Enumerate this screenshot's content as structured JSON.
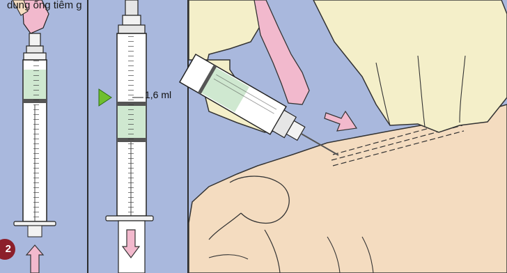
{
  "caption": "dung ống tiêm g",
  "panels": {
    "middle": {
      "volume_label": "1,6 ml"
    }
  },
  "step": {
    "number": "2"
  },
  "colors": {
    "background": "#a9b8dd",
    "divider": "#2b2b2b",
    "skin": "#f4dcc0",
    "glove": "#f4efc9",
    "liquid": "#cfe8d0",
    "pink": "#f2b9cd",
    "marker": "#6fbf2e",
    "badge": "#8c1f2a"
  },
  "icons": [
    "syringe-icon",
    "up-arrow-icon",
    "down-arrow-icon",
    "marker-triangle-icon",
    "direction-arrow-icon"
  ]
}
